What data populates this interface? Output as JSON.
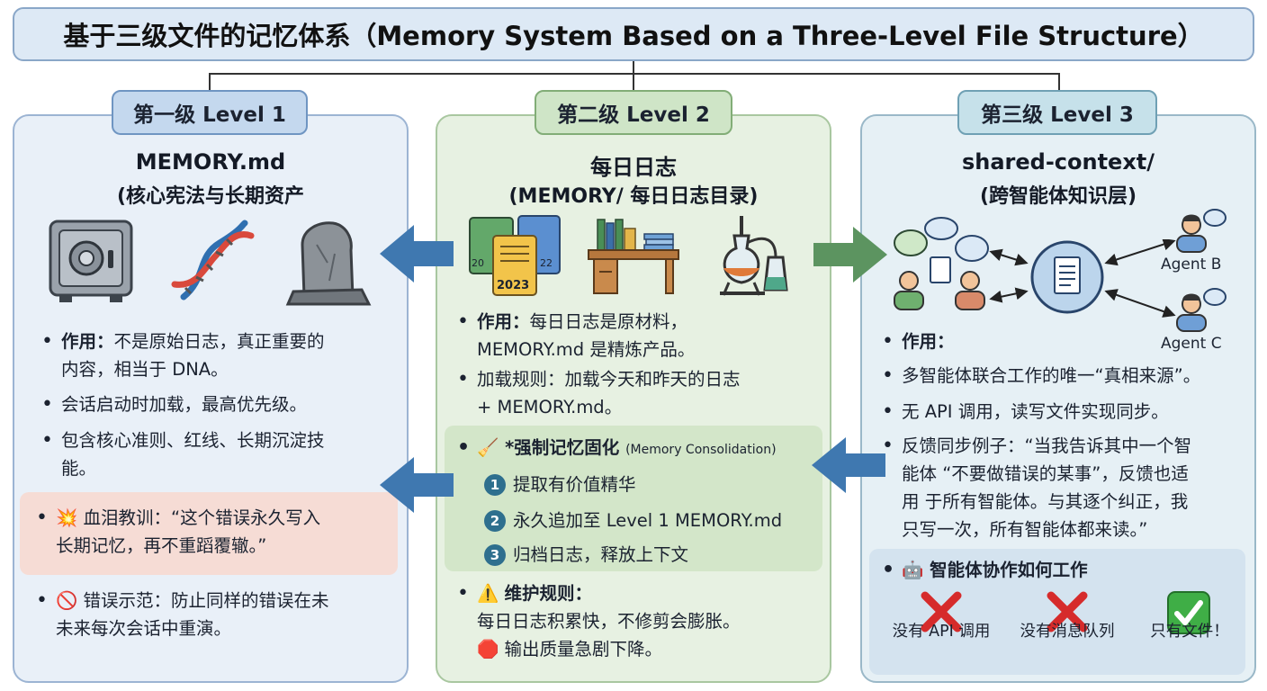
{
  "title": "基于三级文件的记忆体系（Memory System Based on a Three-Level File Structure）",
  "level1": {
    "tag": "第一级 Level 1",
    "title": "MEMORY.md",
    "subtitle": "(核心宪法与长期资产",
    "bullet1_label": "作用：",
    "bullet1_line1": "不是原始日志，真正重要的",
    "bullet1_line2": "内容，相当于 DNA。",
    "bullet2": "会话启动时加载，最高优先级。",
    "bullet3_line1": "包含核心准则、红线、长期沉淀技",
    "bullet3_line2": "能。",
    "lesson_icon": "💥",
    "lesson_line1": "血泪教训：“这个错误永久写入",
    "lesson_line2": "长期记忆，再不重蹈覆辙。”",
    "wrong_icon": "🚫",
    "wrong_line1": "错误示范：防止同样的错误在未",
    "wrong_line2": "未来每次会话中重演。",
    "icons": [
      "safe-icon",
      "dna-icon",
      "stone-tablet-icon"
    ]
  },
  "level2": {
    "tag": "第二级 Level 2",
    "title": "每日日志",
    "subtitle": "(MEMORY/ 每日日志目录)",
    "doc_labels": [
      "20",
      "22",
      "2023"
    ],
    "bullet1_label": "作用：",
    "bullet1_line1": "每日日志是原材料，",
    "bullet1_line2": "MEMORY.md 是精炼产品。",
    "bullet2_line1": "加载规则：加载今天和昨天的日志",
    "bullet2_line2": "+ MEMORY.md。",
    "consolidation_icon": "🧹",
    "consolidation_label": "*强制记忆固化",
    "consolidation_en": "(Memory Consolidation)",
    "steps": [
      {
        "num": "1",
        "text": "提取有价值精华"
      },
      {
        "num": "2",
        "text": "永久追加至 Level 1 MEMORY.md"
      },
      {
        "num": "3",
        "text": "归档日志，释放上下文"
      }
    ],
    "maint_icon": "⚠️",
    "maint_label": "维护规则：",
    "maint_line1": "每日日志积累快，不修剪会膨胀。",
    "stop_icon": "🛑",
    "maint_line2": "输出质量急剧下降。",
    "icons": [
      "documents-icon",
      "desk-icon",
      "lab-flask-icon"
    ]
  },
  "level3": {
    "tag": "第三级 Level 3",
    "title": "shared-context/",
    "subtitle": "(跨智能体知识层)",
    "agent_b": "Agent B",
    "agent_c": "Agent C",
    "bullet1_label": "作用：",
    "bullet2": "多智能体联合工作的唯一“真相来源”。",
    "bullet3": "无 API 调用，读写文件实现同步。",
    "bullet4_line1": "反馈同步例子：“当我告诉其中一个智",
    "bullet4_line2": "能体 “不要做错误的某事”，反馈也适",
    "bullet4_line3": "用 于所有智能体。与其逐个纠正，我",
    "bullet4_line4": "只写一次，所有智能体都来读。”",
    "collab_icon": "🤖",
    "collab_label": "智能体协作如何工作",
    "tools": [
      {
        "icon": "cross-icon",
        "label": "没有 API 调用"
      },
      {
        "icon": "cross-icon",
        "label": "没有消息队列"
      },
      {
        "icon": "check-icon",
        "label": "只有文件！"
      }
    ]
  },
  "colors": {
    "arrow_blue": "#3f78b0",
    "arrow_green": "#5c9460",
    "cross_red": "#d62b2b",
    "check_green": "#3fae46",
    "num_circle": "#2e6f8e"
  }
}
